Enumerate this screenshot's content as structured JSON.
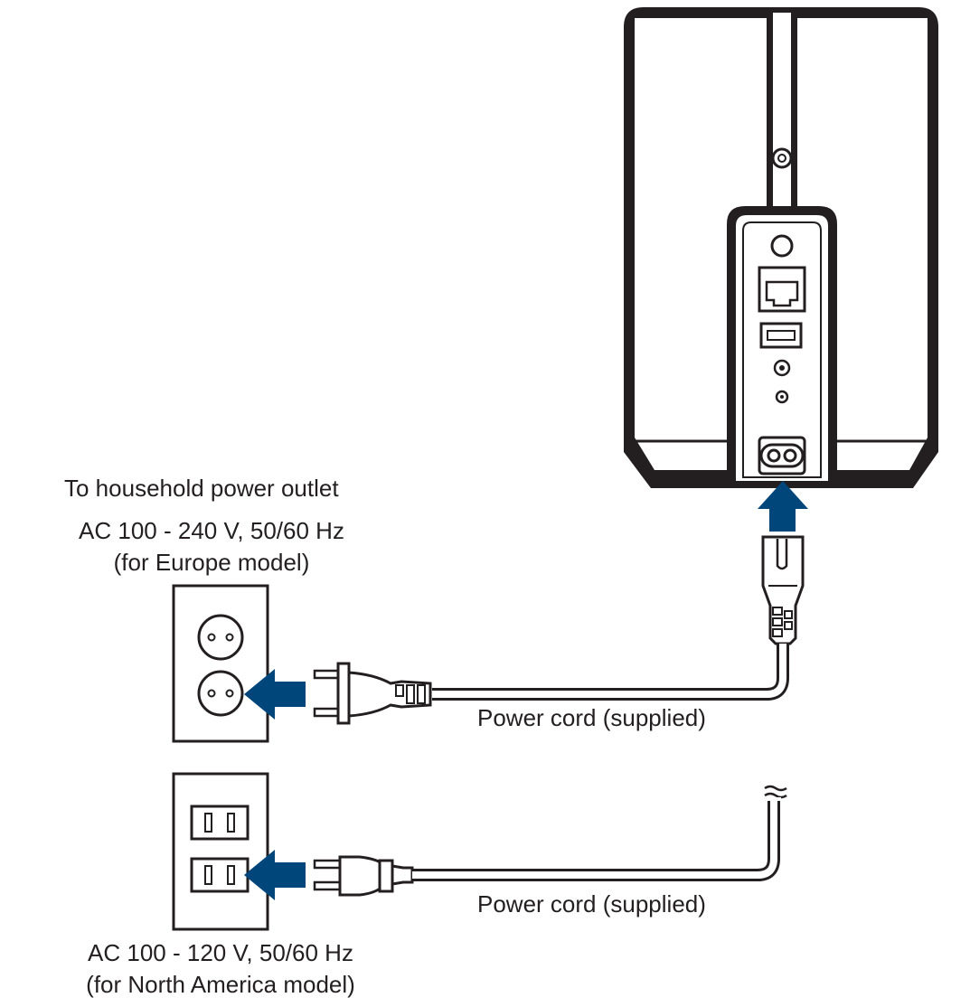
{
  "labels": {
    "outlet_heading": "To household power outlet",
    "europe_voltage": "AC 100 - 240 V, 50/60 Hz",
    "europe_model": "(for Europe model)",
    "cord_label_europe": "Power cord (supplied)",
    "cord_label_na": "Power cord (supplied)",
    "na_voltage": "AC 100 - 120 V, 50/60 Hz",
    "na_model": "(for North America model)"
  },
  "colors": {
    "arrow": "#00467a",
    "line": "#231f20",
    "speaker_body": "#231f20",
    "panel": "#ffffff"
  },
  "icons": {
    "speaker": "speaker-rear-icon",
    "rj45": "ethernet-port-icon",
    "usb": "usb-port-icon",
    "ac_inlet": "figure-8-ac-inlet-icon",
    "eu_socket": "europe-outlet-icon",
    "na_socket": "north-america-outlet-icon",
    "arrow": "insert-arrow-icon"
  }
}
